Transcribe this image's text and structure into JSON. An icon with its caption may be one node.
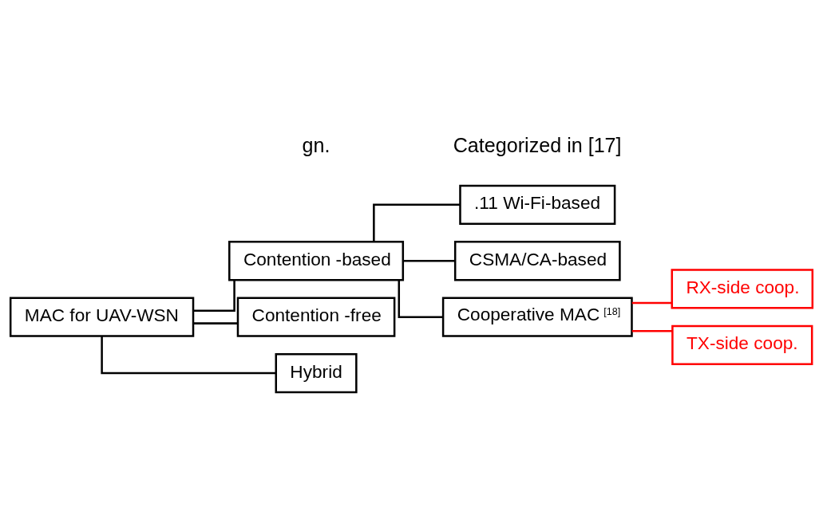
{
  "diagram": {
    "nodes": [
      {
        "text": [
          "MAC for UAV-WSN"
        ]
      },
      {
        "text": [
          "Contention -based"
        ]
      },
      {
        "text": [
          "Contention -free"
        ]
      },
      {
        "text": [
          "Hybrid"
        ]
      },
      {
        "text": [
          ".11 Wi-Fi-based"
        ]
      },
      {
        "text": [
          "CSMA/CA-based"
        ]
      },
      {
        "text": [
          "Cooperative MAC $^{[18]}$"
        ]
      },
      {
        "text": [
          "RX-side coop."
        ]
      },
      {
        "text": [
          "TX-side coop."
        ]
      }
    ],
    "edges": [
      {
        "from": 0,
        "to": 1,
        "arrow": "none"
      },
      {
        "from": 0,
        "to": 2,
        "arrow": "none"
      },
      {
        "from": 0,
        "to": 3,
        "arrow": "none"
      },
      {
        "from": 1,
        "to": 4,
        "arrow": "none"
      },
      {
        "from": 1,
        "to": 5,
        "arrow": "none"
      },
      {
        "from": 1,
        "to": 6,
        "arrow": "none"
      },
      {
        "from": 6,
        "to": 7,
        "arrow": "none",
        "color": "#ff0000"
      },
      {
        "from": 6,
        "to": 8,
        "arrow": "none",
        "color": "#ff0000"
      }
    ],
    "labels": [
      "gn.",
      "Categorized in [17]"
    ]
  }
}
